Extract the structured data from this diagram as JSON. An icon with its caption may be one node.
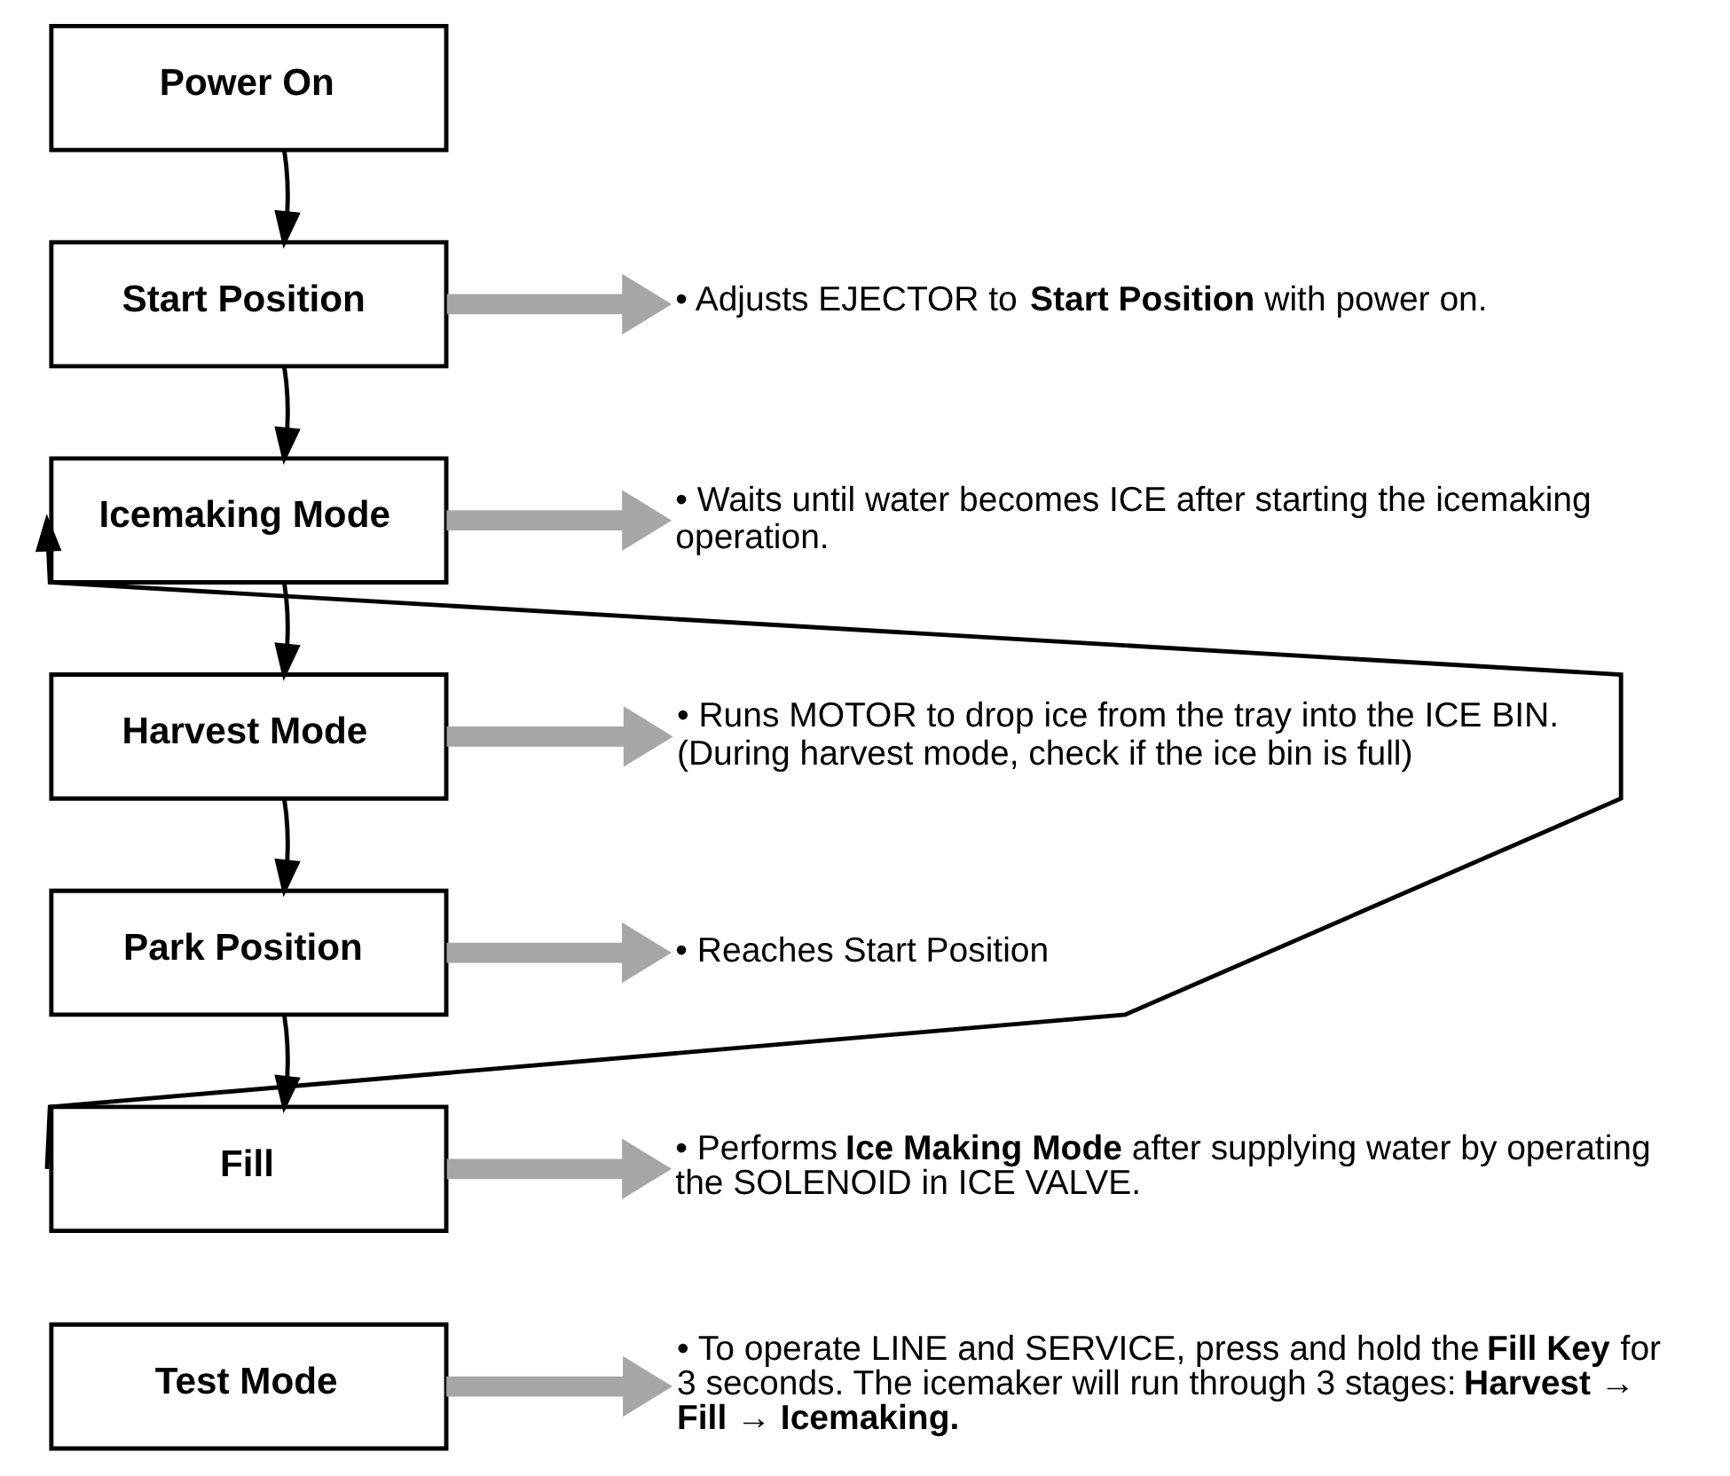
{
  "diagram": {
    "nodes": [
      {
        "text": [
          "Power On"
        ]
      },
      {
        "text": [
          "Start Position"
        ]
      },
      {
        "text": [
          "Icemaking Mode"
        ]
      },
      {
        "text": [
          "Harvest Mode"
        ]
      },
      {
        "text": [
          "Park Position"
        ]
      },
      {
        "text": [
          "Fill"
        ]
      },
      {
        "text": [
          "Test Mode"
        ]
      },
      {
        "text": [
          "• Adjusts EJECTOR to **Start Position** with power on."
        ]
      },
      {
        "text": [
          "• Waits until water becomes ICE after starting the icemaking operation."
        ]
      },
      {
        "text": [
          "• Runs MOTOR to drop ice from the tray into the ICE BIN. (During harvest mode, check if the ice bin is full)"
        ]
      },
      {
        "text": [
          "• Reaches Start Position"
        ]
      },
      {
        "text": [
          "• Performs **Ice Making Mode** after supplying water by operating the SOLENOID in ICE VALVE."
        ]
      },
      {
        "text": [
          "• To operate LINE and SERVICE, press and hold the **Fill Key** for 3 seconds. The icemaker will run through 3 stages: **Harvest → Fill → Icemaking.**"
        ]
      }
    ],
    "edges": [
      {
        "from": 0,
        "to": 1,
        "arrow": "to"
      },
      {
        "from": 1,
        "to": 2,
        "arrow": "to"
      },
      {
        "from": 2,
        "to": 3,
        "arrow": "to"
      },
      {
        "from": 3,
        "to": 4,
        "arrow": "to"
      },
      {
        "from": 4,
        "to": 5,
        "arrow": "to"
      },
      {
        "from": 5,
        "to": 2,
        "arrow": "to"
      },
      {
        "from": 1,
        "to": 7,
        "arrow": "to",
        "style": "thick",
        "color": "#a6a6a6"
      },
      {
        "from": 2,
        "to": 8,
        "arrow": "to",
        "style": "thick",
        "color": "#a6a6a6"
      },
      {
        "from": 3,
        "to": 9,
        "arrow": "to",
        "style": "thick",
        "color": "#a6a6a6"
      },
      {
        "from": 4,
        "to": 10,
        "arrow": "to",
        "style": "thick",
        "color": "#a6a6a6"
      },
      {
        "from": 5,
        "to": 11,
        "arrow": "to",
        "style": "thick",
        "color": "#a6a6a6"
      },
      {
        "from": 6,
        "to": 12,
        "arrow": "to",
        "style": "thick",
        "color": "#a6a6a6"
      }
    ]
  }
}
